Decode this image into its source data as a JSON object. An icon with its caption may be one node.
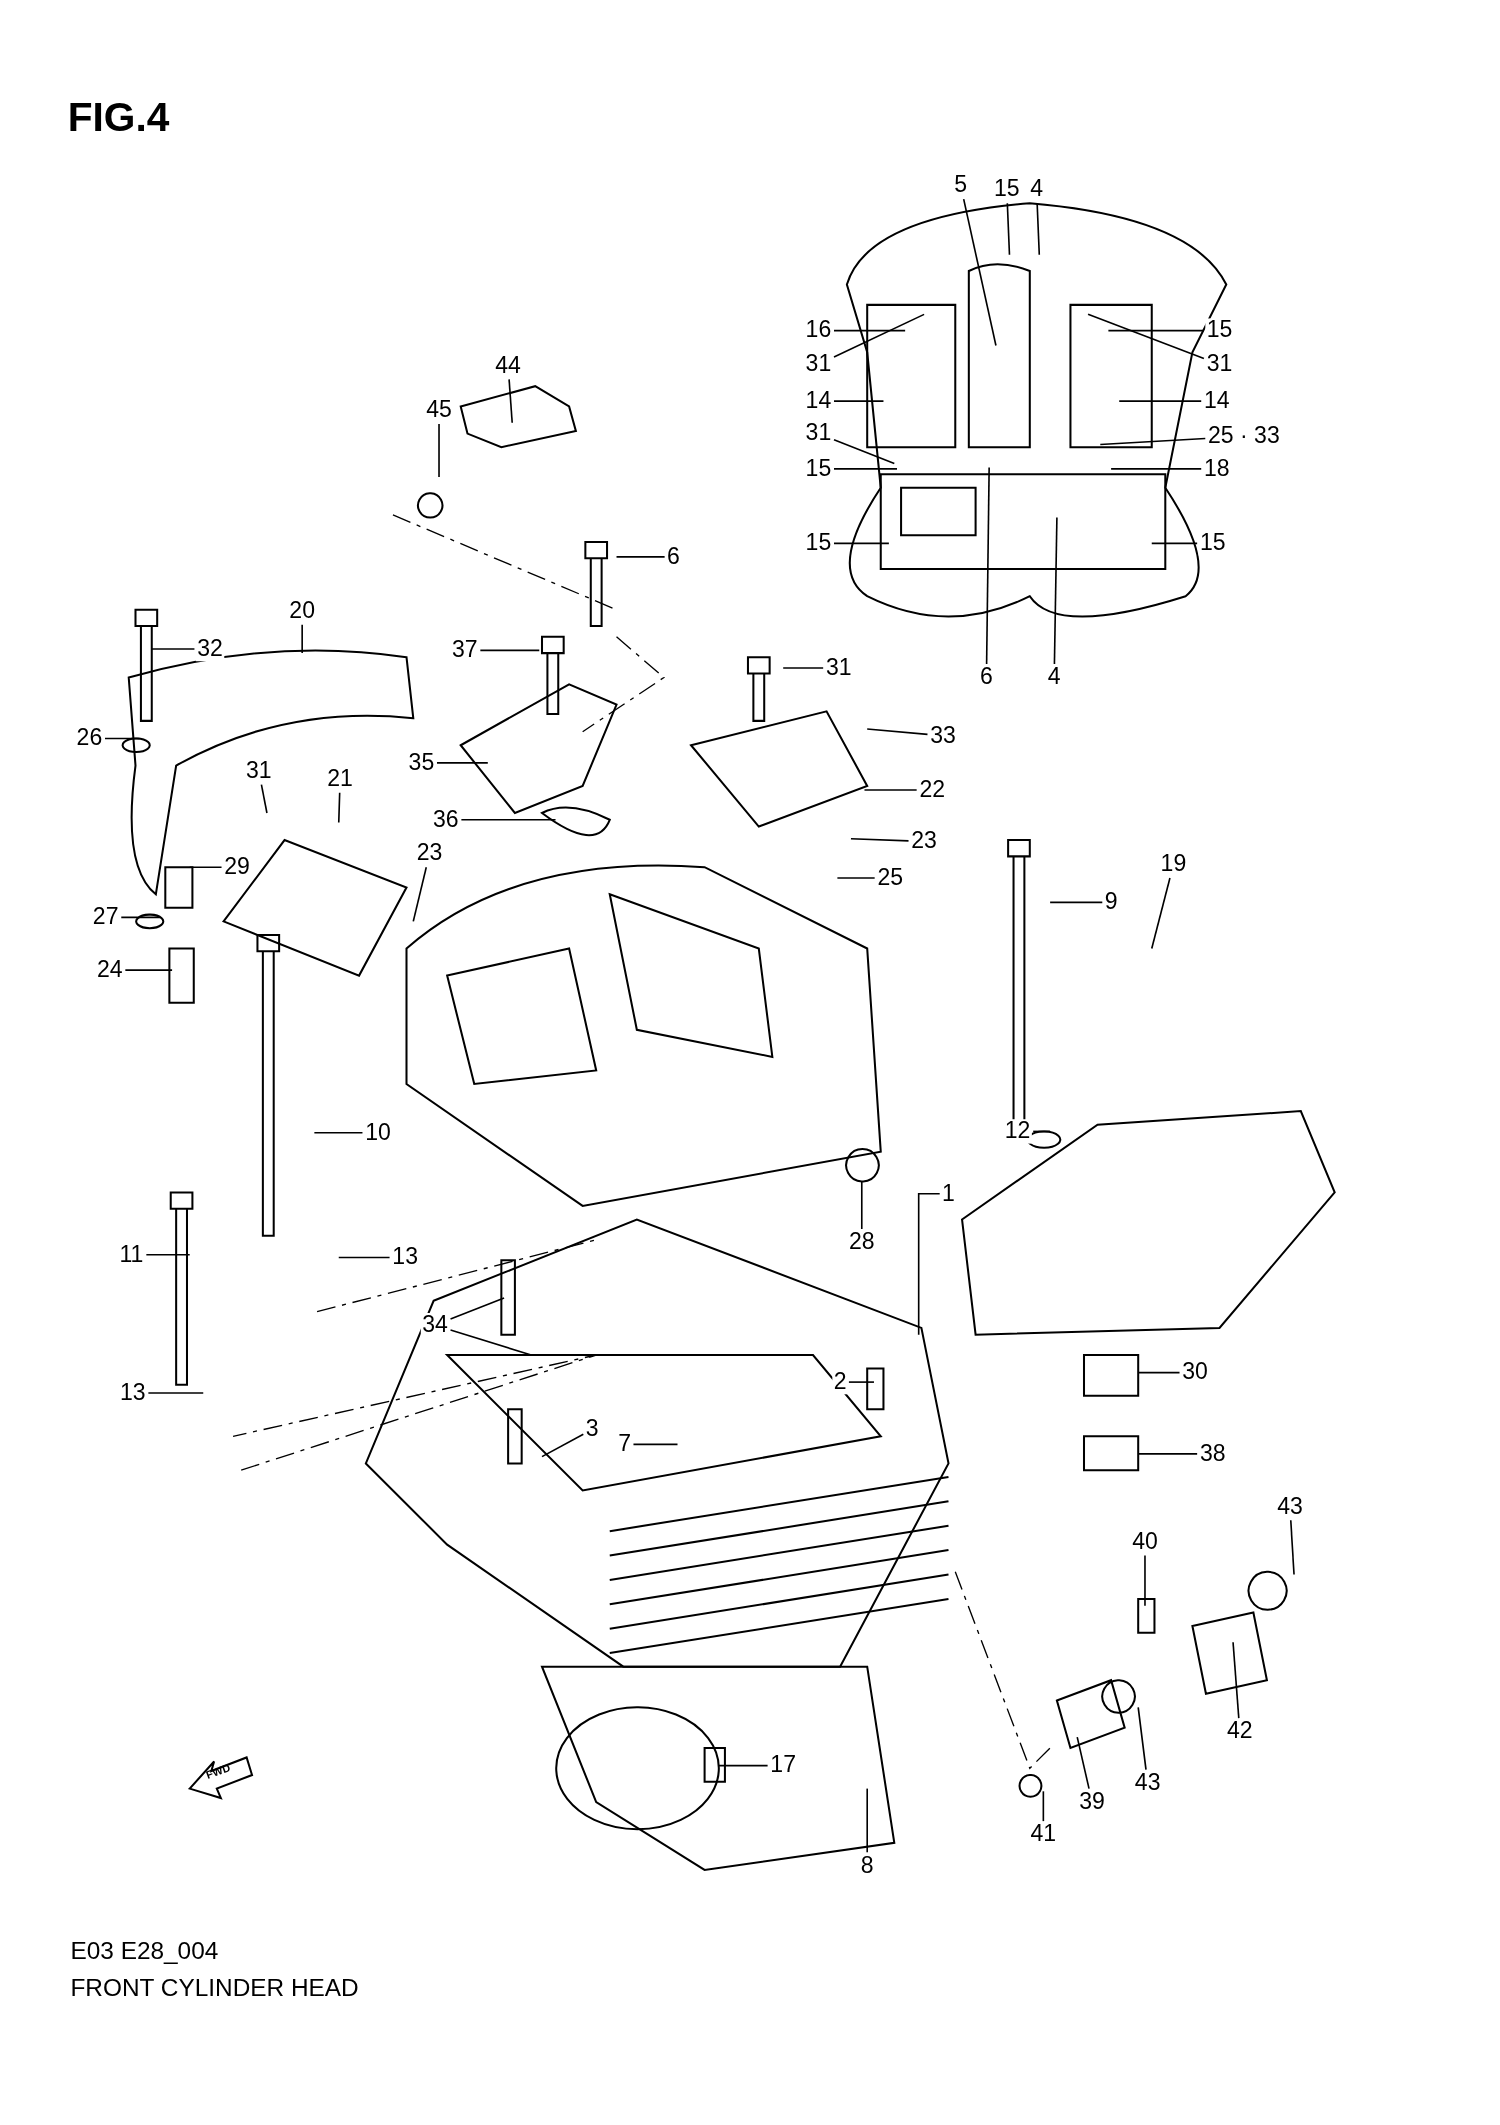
{
  "diagram": {
    "title": "FIG.4",
    "caption": "FRONT CYLINDER HEAD",
    "nodes": [
      {
        "text": [
          "5"
        ]
      },
      {
        "text": [
          "15"
        ]
      },
      {
        "text": [
          "4"
        ]
      },
      {
        "text": [
          "16"
        ]
      },
      {
        "text": [
          "15"
        ]
      },
      {
        "text": [
          "31"
        ]
      },
      {
        "text": [
          "31"
        ]
      },
      {
        "text": [
          "14"
        ]
      },
      {
        "text": [
          "14"
        ]
      },
      {
        "text": [
          "31"
        ]
      },
      {
        "text": [
          "25 · 33"
        ]
      },
      {
        "text": [
          "15"
        ]
      },
      {
        "text": [
          "18"
        ]
      },
      {
        "text": [
          "15"
        ]
      },
      {
        "text": [
          "15"
        ]
      },
      {
        "text": [
          "6"
        ]
      },
      {
        "text": [
          "4"
        ]
      },
      {
        "text": [
          "44"
        ]
      },
      {
        "text": [
          "45"
        ]
      },
      {
        "text": [
          "6"
        ]
      },
      {
        "text": [
          "20"
        ]
      },
      {
        "text": [
          "32"
        ]
      },
      {
        "text": [
          "37"
        ]
      },
      {
        "text": [
          "31"
        ]
      },
      {
        "text": [
          "26"
        ]
      },
      {
        "text": [
          "33"
        ]
      },
      {
        "text": [
          "35"
        ]
      },
      {
        "text": [
          "31"
        ]
      },
      {
        "text": [
          "21"
        ]
      },
      {
        "text": [
          "22"
        ]
      },
      {
        "text": [
          "36"
        ]
      },
      {
        "text": [
          "23"
        ]
      },
      {
        "text": [
          "23"
        ]
      },
      {
        "text": [
          "29"
        ]
      },
      {
        "text": [
          "25"
        ]
      },
      {
        "text": [
          "27"
        ]
      },
      {
        "text": [
          "9"
        ]
      },
      {
        "text": [
          "24"
        ]
      },
      {
        "text": [
          "19"
        ]
      },
      {
        "text": [
          "10"
        ]
      },
      {
        "text": [
          "12"
        ]
      },
      {
        "text": [
          "1"
        ]
      },
      {
        "text": [
          "28"
        ]
      },
      {
        "text": [
          "11"
        ]
      },
      {
        "text": [
          "13"
        ]
      },
      {
        "text": [
          "34"
        ]
      },
      {
        "text": [
          "30"
        ]
      },
      {
        "text": [
          "2"
        ]
      },
      {
        "text": [
          "13"
        ]
      },
      {
        "text": [
          "3"
        ]
      },
      {
        "text": [
          "7"
        ]
      },
      {
        "text": [
          "38"
        ]
      },
      {
        "text": [
          "43"
        ]
      },
      {
        "text": [
          "40"
        ]
      },
      {
        "text": [
          "42"
        ]
      },
      {
        "text": [
          "17"
        ]
      },
      {
        "text": [
          "43"
        ]
      },
      {
        "text": [
          "39"
        ]
      },
      {
        "text": [
          "41"
        ]
      },
      {
        "text": [
          "8"
        ]
      }
    ],
    "edges": [
      {
        "from": 0,
        "to": null,
        "arrow": "none"
      },
      {
        "from": 1,
        "to": null,
        "arrow": "none"
      },
      {
        "from": 2,
        "to": null,
        "arrow": "none"
      },
      {
        "from": 3,
        "to": null,
        "arrow": "none"
      },
      {
        "from": 4,
        "to": null,
        "arrow": "none"
      },
      {
        "from": 5,
        "to": null,
        "arrow": "none"
      },
      {
        "from": 6,
        "to": null,
        "arrow": "none"
      },
      {
        "from": 7,
        "to": null,
        "arrow": "none"
      },
      {
        "from": 8,
        "to": null,
        "arrow": "none"
      },
      {
        "from": 9,
        "to": null,
        "arrow": "none"
      },
      {
        "from": 10,
        "to": null,
        "arrow": "none"
      },
      {
        "from": 11,
        "to": null,
        "arrow": "none"
      },
      {
        "from": 12,
        "to": null,
        "arrow": "none"
      },
      {
        "from": 13,
        "to": null,
        "arrow": "none"
      },
      {
        "from": 14,
        "to": null,
        "arrow": "none"
      },
      {
        "from": 15,
        "to": null,
        "arrow": "none"
      },
      {
        "from": 16,
        "to": null,
        "arrow": "none"
      },
      {
        "from": 17,
        "to": null,
        "arrow": "none"
      },
      {
        "from": 18,
        "to": null,
        "arrow": "none"
      },
      {
        "from": 19,
        "to": null,
        "arrow": "none"
      },
      {
        "from": 20,
        "to": null,
        "arrow": "none"
      },
      {
        "from": 21,
        "to": null,
        "arrow": "none"
      },
      {
        "from": 22,
        "to": null,
        "arrow": "none"
      },
      {
        "from": 23,
        "to": null,
        "arrow": "none"
      },
      {
        "from": 24,
        "to": null,
        "arrow": "none"
      },
      {
        "from": 25,
        "to": null,
        "arrow": "none"
      },
      {
        "from": 26,
        "to": null,
        "arrow": "none"
      },
      {
        "from": 27,
        "to": null,
        "arrow": "none"
      },
      {
        "from": 28,
        "to": null,
        "arrow": "none"
      },
      {
        "from": 29,
        "to": null,
        "arrow": "none"
      },
      {
        "from": 30,
        "to": null,
        "arrow": "none"
      },
      {
        "from": 31,
        "to": null,
        "arrow": "none"
      },
      {
        "from": 32,
        "to": null,
        "arrow": "none"
      },
      {
        "from": 33,
        "to": null,
        "arrow": "none"
      },
      {
        "from": 34,
        "to": null,
        "arrow": "none"
      },
      {
        "from": 35,
        "to": null,
        "arrow": "none"
      },
      {
        "from": 36,
        "to": null,
        "arrow": "none"
      },
      {
        "from": 37,
        "to": null,
        "arrow": "none"
      },
      {
        "from": 38,
        "to": null,
        "arrow": "none"
      },
      {
        "from": 39,
        "to": null,
        "arrow": "none"
      },
      {
        "from": 40,
        "to": null,
        "arrow": "none"
      },
      {
        "from": 41,
        "to": null,
        "arrow": "none"
      },
      {
        "from": 42,
        "to": null,
        "arrow": "none"
      },
      {
        "from": 43,
        "to": null,
        "arrow": "none"
      },
      {
        "from": 44,
        "to": null,
        "arrow": "none"
      },
      {
        "from": 45,
        "to": null,
        "arrow": "none"
      },
      {
        "from": 45,
        "to": null,
        "arrow": "none"
      },
      {
        "from": 46,
        "to": null,
        "arrow": "none"
      },
      {
        "from": 47,
        "to": null,
        "arrow": "none"
      },
      {
        "from": 48,
        "to": null,
        "arrow": "none"
      },
      {
        "from": 49,
        "to": null,
        "arrow": "none"
      },
      {
        "from": 50,
        "to": null,
        "arrow": "none"
      },
      {
        "from": 51,
        "to": null,
        "arrow": "none"
      },
      {
        "from": 52,
        "to": null,
        "arrow": "none"
      },
      {
        "from": 53,
        "to": null,
        "arrow": "none"
      },
      {
        "from": 54,
        "to": null,
        "arrow": "none"
      },
      {
        "from": 55,
        "to": null,
        "arrow": "none"
      },
      {
        "from": 56,
        "to": null,
        "arrow": "none"
      },
      {
        "from": 57,
        "to": null,
        "arrow": "none"
      },
      {
        "from": 58,
        "to": null,
        "arrow": "none"
      },
      {
        "from": 59,
        "to": null,
        "arrow": "none"
      }
    ],
    "labels": [
      "FWD",
      "E03 E28_004"
    ]
  }
}
